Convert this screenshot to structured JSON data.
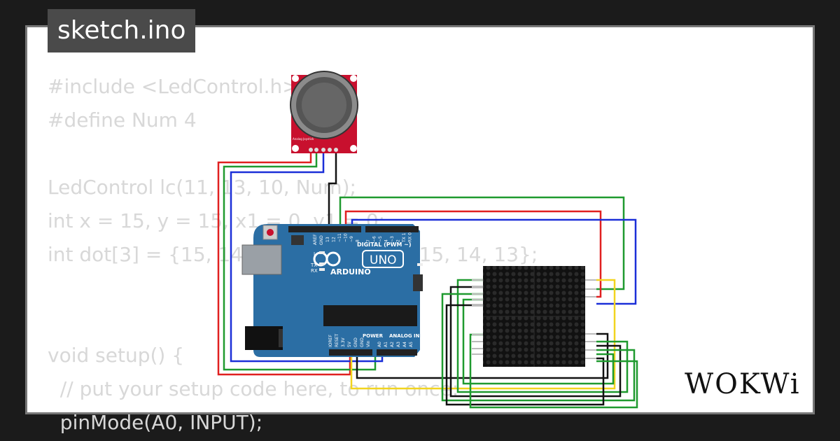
{
  "title_tab": "sketch.ino",
  "code_lines": [
    "#include <LedControl.h>",
    "#define Num 4",
    "",
    "LedControl lc(11, 13, 10, Num);",
    "int x = 15, y = 15, x1 = 0, y1 = 0;",
    "int dot[3] = {15, 14, 13}, dot1[3] = {15, 14, 13};",
    "",
    "",
    "void setup() {",
    "  // put your setup code here, to run once:",
    "  pinMode(A0, INPUT);"
  ],
  "arduino": {
    "brand": "ARDUINO",
    "model": "UNO",
    "digital_header": "DIGITAL (PWM ~)",
    "power_label": "POWER",
    "analog_label": "ANALOG IN",
    "led_l": "L",
    "led_tx": "TX",
    "led_rx": "RX",
    "on_label": "ON",
    "aref": "AREF",
    "gnd": "GND",
    "digital_pins": [
      "13",
      "12",
      "~11",
      "~10",
      "~9",
      "8",
      "7",
      "~6",
      "~5",
      "4",
      "~3",
      "2",
      "TX 1",
      "RX 0"
    ],
    "power_pins": [
      "IOREF",
      "RESET",
      "3.3V",
      "5V",
      "GND",
      "GND",
      "Vin"
    ],
    "analog_pins": [
      "A0",
      "A1",
      "A2",
      "A3",
      "A4",
      "A5"
    ]
  },
  "joystick": {
    "label": "Analog Joystick"
  },
  "logo": "WOKWi",
  "colors": {
    "board": "#2b6ea4",
    "joystick_pcb": "#c8102e",
    "wire_red": "#e02020",
    "wire_green": "#1f9a2f",
    "wire_blue": "#1b2fd8",
    "wire_black": "#111111",
    "wire_yellow": "#f2d41f"
  }
}
